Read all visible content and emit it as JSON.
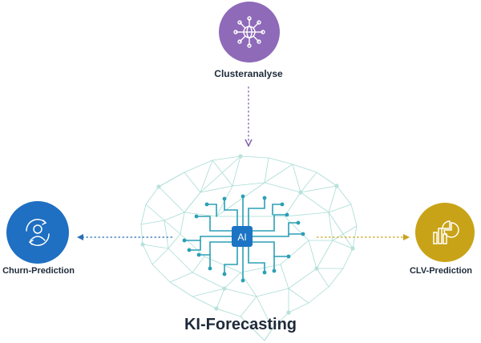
{
  "title": "KI-Forecasting",
  "center_chip": "AI",
  "nodes": {
    "top": {
      "label": "Clusteranalyse",
      "icon": "globe-network-icon",
      "color": "#8e6ab8",
      "arrow_color": "#7a5aa6"
    },
    "left": {
      "label": "Churn-Prediction",
      "icon": "person-cycle-icon",
      "color": "#1f6fc2",
      "arrow_color": "#2a6fb7"
    },
    "right": {
      "label": "CLV-Prediction",
      "icon": "chart-pie-icon",
      "color": "#c9a317",
      "arrow_color": "#c9a317"
    }
  },
  "colors": {
    "mesh": "#9fd6cf",
    "circuit": "#2a9fb5",
    "chip": "#1c74c4"
  }
}
